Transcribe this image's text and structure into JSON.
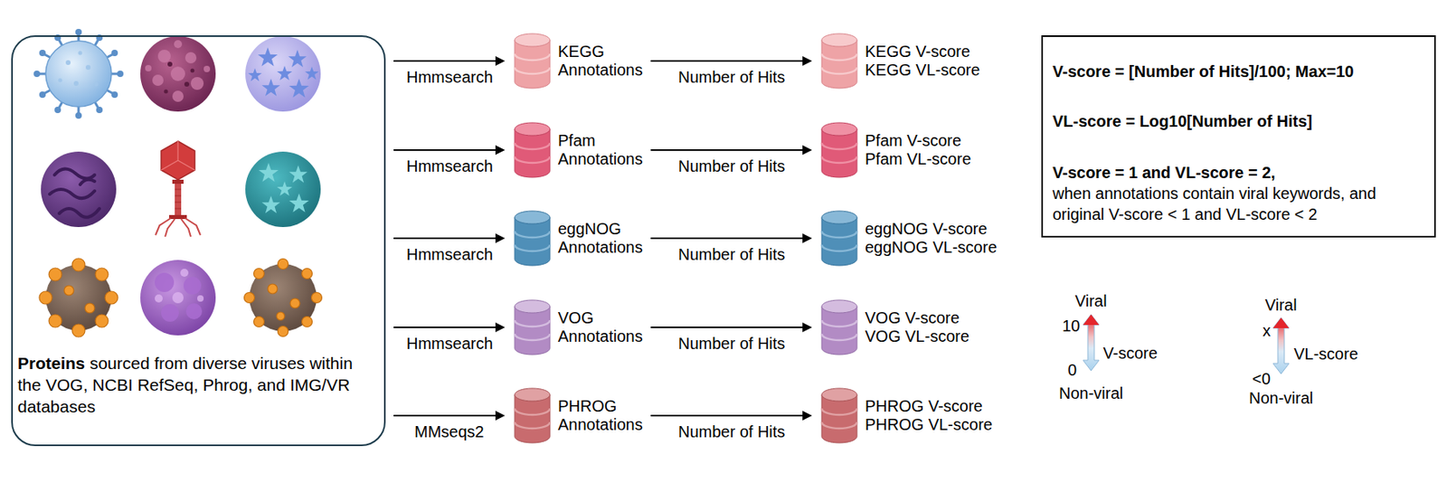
{
  "diagram": {
    "nodes": [
      {
        "text": [
          "Proteins",
          "sourced from diverse viruses within the VOG, NCBI RefSeq, Phrog, and IMG/VR databases"
        ]
      },
      {
        "text": [
          "KEGG Annotations"
        ]
      },
      {
        "text": [
          "KEGG V-score",
          "KEGG VL-score"
        ]
      },
      {
        "text": [
          "Pfam Annotations"
        ]
      },
      {
        "text": [
          "Pfam V-score",
          "Pfam VL-score"
        ]
      },
      {
        "text": [
          "eggNOG Annotations"
        ]
      },
      {
        "text": [
          "eggNOG V-score",
          "eggNOG VL-score"
        ]
      },
      {
        "text": [
          "VOG Annotations"
        ]
      },
      {
        "text": [
          "VOG V-score",
          "VOG VL-score"
        ]
      },
      {
        "text": [
          "PHROG Annotations"
        ]
      },
      {
        "text": [
          "PHROG V-score",
          "PHROG VL-score"
        ]
      },
      {
        "text": [
          "V-score = [Number of Hits]/100; Max=10",
          "VL-score = Log10[Number of Hits]",
          "V-score = 1 and VL-score = 2,",
          "when annotations contain viral keywords, and original V-score < 1 and VL-score < 2"
        ]
      }
    ],
    "edges": [
      {
        "from": 0,
        "to": 1,
        "arrow": "to",
        "label": "Hmmsearch"
      },
      {
        "from": 1,
        "to": 2,
        "arrow": "to",
        "label": "Number of Hits"
      },
      {
        "from": 0,
        "to": 3,
        "arrow": "to",
        "label": "Hmmsearch"
      },
      {
        "from": 3,
        "to": 4,
        "arrow": "to",
        "label": "Number of Hits"
      },
      {
        "from": 0,
        "to": 5,
        "arrow": "to",
        "label": "Hmmsearch"
      },
      {
        "from": 5,
        "to": 6,
        "arrow": "to",
        "label": "Number of Hits"
      },
      {
        "from": 0,
        "to": 7,
        "arrow": "to",
        "label": "Hmmsearch"
      },
      {
        "from": 7,
        "to": 8,
        "arrow": "to",
        "label": "Number of Hits"
      },
      {
        "from": 0,
        "to": 9,
        "arrow": "to",
        "label": "MMseqs2"
      },
      {
        "from": 9,
        "to": 10,
        "arrow": "to",
        "label": "Number of Hits"
      }
    ],
    "labels": [
      "Viral",
      "10",
      "V-score",
      "0",
      "Non-viral",
      "Viral",
      "x",
      "VL-score",
      "<0",
      "Non-viral"
    ]
  }
}
